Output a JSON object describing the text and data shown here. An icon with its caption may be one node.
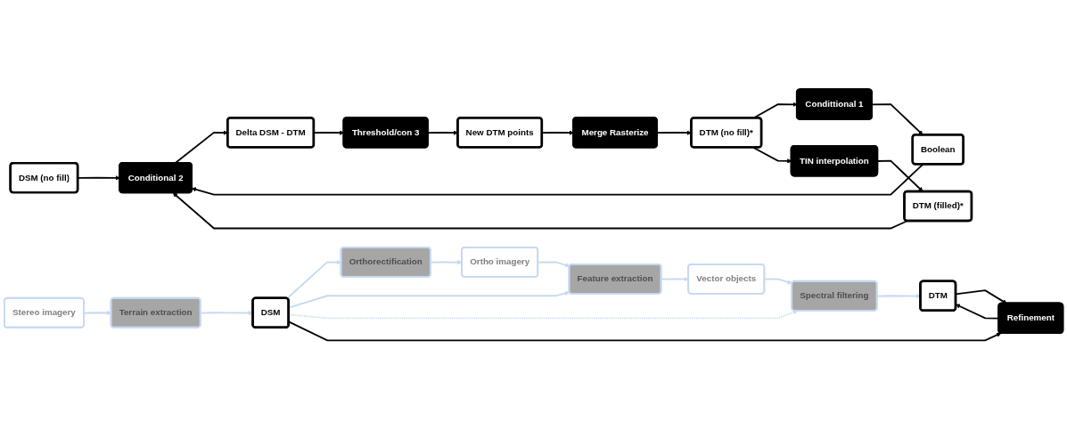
{
  "diagram": {
    "nodes": [
      {
        "text": [
          "Stereo imagery"
        ]
      },
      {
        "text": [
          "Terrain extraction"
        ]
      },
      {
        "text": [
          "DSM"
        ]
      },
      {
        "text": [
          "Orthorectification"
        ]
      },
      {
        "text": [
          "Ortho imagery"
        ]
      },
      {
        "text": [
          "Feature extraction"
        ]
      },
      {
        "text": [
          "Vector objects"
        ]
      },
      {
        "text": [
          "Spectral filtering"
        ]
      },
      {
        "text": [
          "DTM"
        ]
      },
      {
        "text": [
          "Refinement"
        ]
      },
      {
        "text": [
          "DSM (no fill)"
        ]
      },
      {
        "text": [
          "Delta DSM - DTM"
        ]
      },
      {
        "text": [
          "Threshold/con 3"
        ]
      },
      {
        "text": [
          "Conditional 2"
        ]
      },
      {
        "text": [
          "New DTM points"
        ]
      },
      {
        "text": [
          "Boolean"
        ]
      },
      {
        "text": [
          "DTM (filled)*"
        ]
      },
      {
        "text": [
          "Condittional 1"
        ]
      },
      {
        "text": [
          "DTM (no fill)*"
        ]
      },
      {
        "text": [
          "TIN interpolation"
        ]
      },
      {
        "text": [
          "Merge Rasterize"
        ]
      }
    ],
    "edges": [
      {
        "from": 0,
        "to": 1,
        "arrow": "to",
        "color": "#c6d9f1"
      },
      {
        "from": 1,
        "to": 2,
        "arrow": "to",
        "color": "#c6d9f1"
      },
      {
        "from": 2,
        "to": 3,
        "arrow": "to",
        "color": "#c6d9f1"
      },
      {
        "from": 3,
        "to": 4,
        "arrow": "to",
        "color": "#c6d9f1"
      },
      {
        "from": 4,
        "to": 5,
        "arrow": "to",
        "color": "#c6d9f1"
      },
      {
        "from": 2,
        "to": 5,
        "arrow": "to",
        "color": "#c6d9f1"
      },
      {
        "from": 5,
        "to": 6,
        "arrow": "to",
        "color": "#c6d9f1"
      },
      {
        "from": 6,
        "to": 7,
        "arrow": "to",
        "color": "#c6d9f1"
      },
      {
        "from": 2,
        "to": 7,
        "arrow": "to",
        "style": "dashed",
        "color": "#c6d9f1"
      },
      {
        "from": 7,
        "to": 8,
        "arrow": "to",
        "color": "#c6d9f1"
      },
      {
        "from": 2,
        "to": 9,
        "arrow": "to"
      },
      {
        "from": 8,
        "to": 9,
        "arrow": "to"
      },
      {
        "from": 9,
        "to": 8,
        "arrow": "to"
      },
      {
        "from": 10,
        "to": 13,
        "arrow": "to"
      },
      {
        "from": 15,
        "to": 13,
        "arrow": "to"
      },
      {
        "from": 13,
        "to": 11,
        "arrow": "to"
      },
      {
        "from": 11,
        "to": 12,
        "arrow": "to"
      },
      {
        "from": 12,
        "to": 14,
        "arrow": "to"
      },
      {
        "from": 16,
        "to": 13,
        "arrow": "to"
      },
      {
        "from": 17,
        "to": 15,
        "arrow": "to"
      },
      {
        "from": 18,
        "to": 17,
        "arrow": "to"
      },
      {
        "from": 18,
        "to": 19,
        "arrow": "to"
      },
      {
        "from": 19,
        "to": 16,
        "arrow": "to"
      },
      {
        "from": 20,
        "to": 18,
        "arrow": "to"
      },
      {
        "from": 14,
        "to": 20,
        "arrow": "to"
      }
    ]
  }
}
